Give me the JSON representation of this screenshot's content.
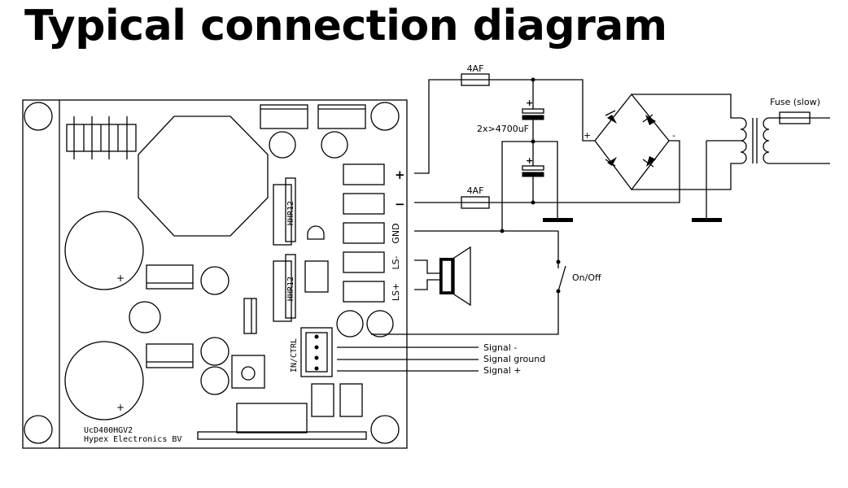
{
  "title": "Typical connection diagram",
  "board": {
    "model": "UcD400HGV2",
    "maker": "Hypex Electronics BV",
    "pot_label_1": "HHR12",
    "pot_label_2": "HHR12",
    "connector_label": "IN/CTRL"
  },
  "terminals": {
    "plus": "+",
    "minus": "−",
    "gnd": "GND",
    "ls_minus": "LS-",
    "ls_plus": "LS+"
  },
  "components": {
    "fuse_top": "4AF",
    "fuse_mid": "4AF",
    "capacitors": "2x>4700uF",
    "cap_plus_top": "+",
    "cap_plus_bottom": "+",
    "bridge_plus": "+",
    "bridge_minus": "-",
    "fuse_mains": "Fuse (slow)",
    "switch": "On/Off"
  },
  "signals": {
    "signal_minus": "Signal -",
    "signal_ground": "Signal ground",
    "signal_plus": "Signal +"
  },
  "colors": {
    "line": "#000000",
    "background": "#ffffff"
  }
}
